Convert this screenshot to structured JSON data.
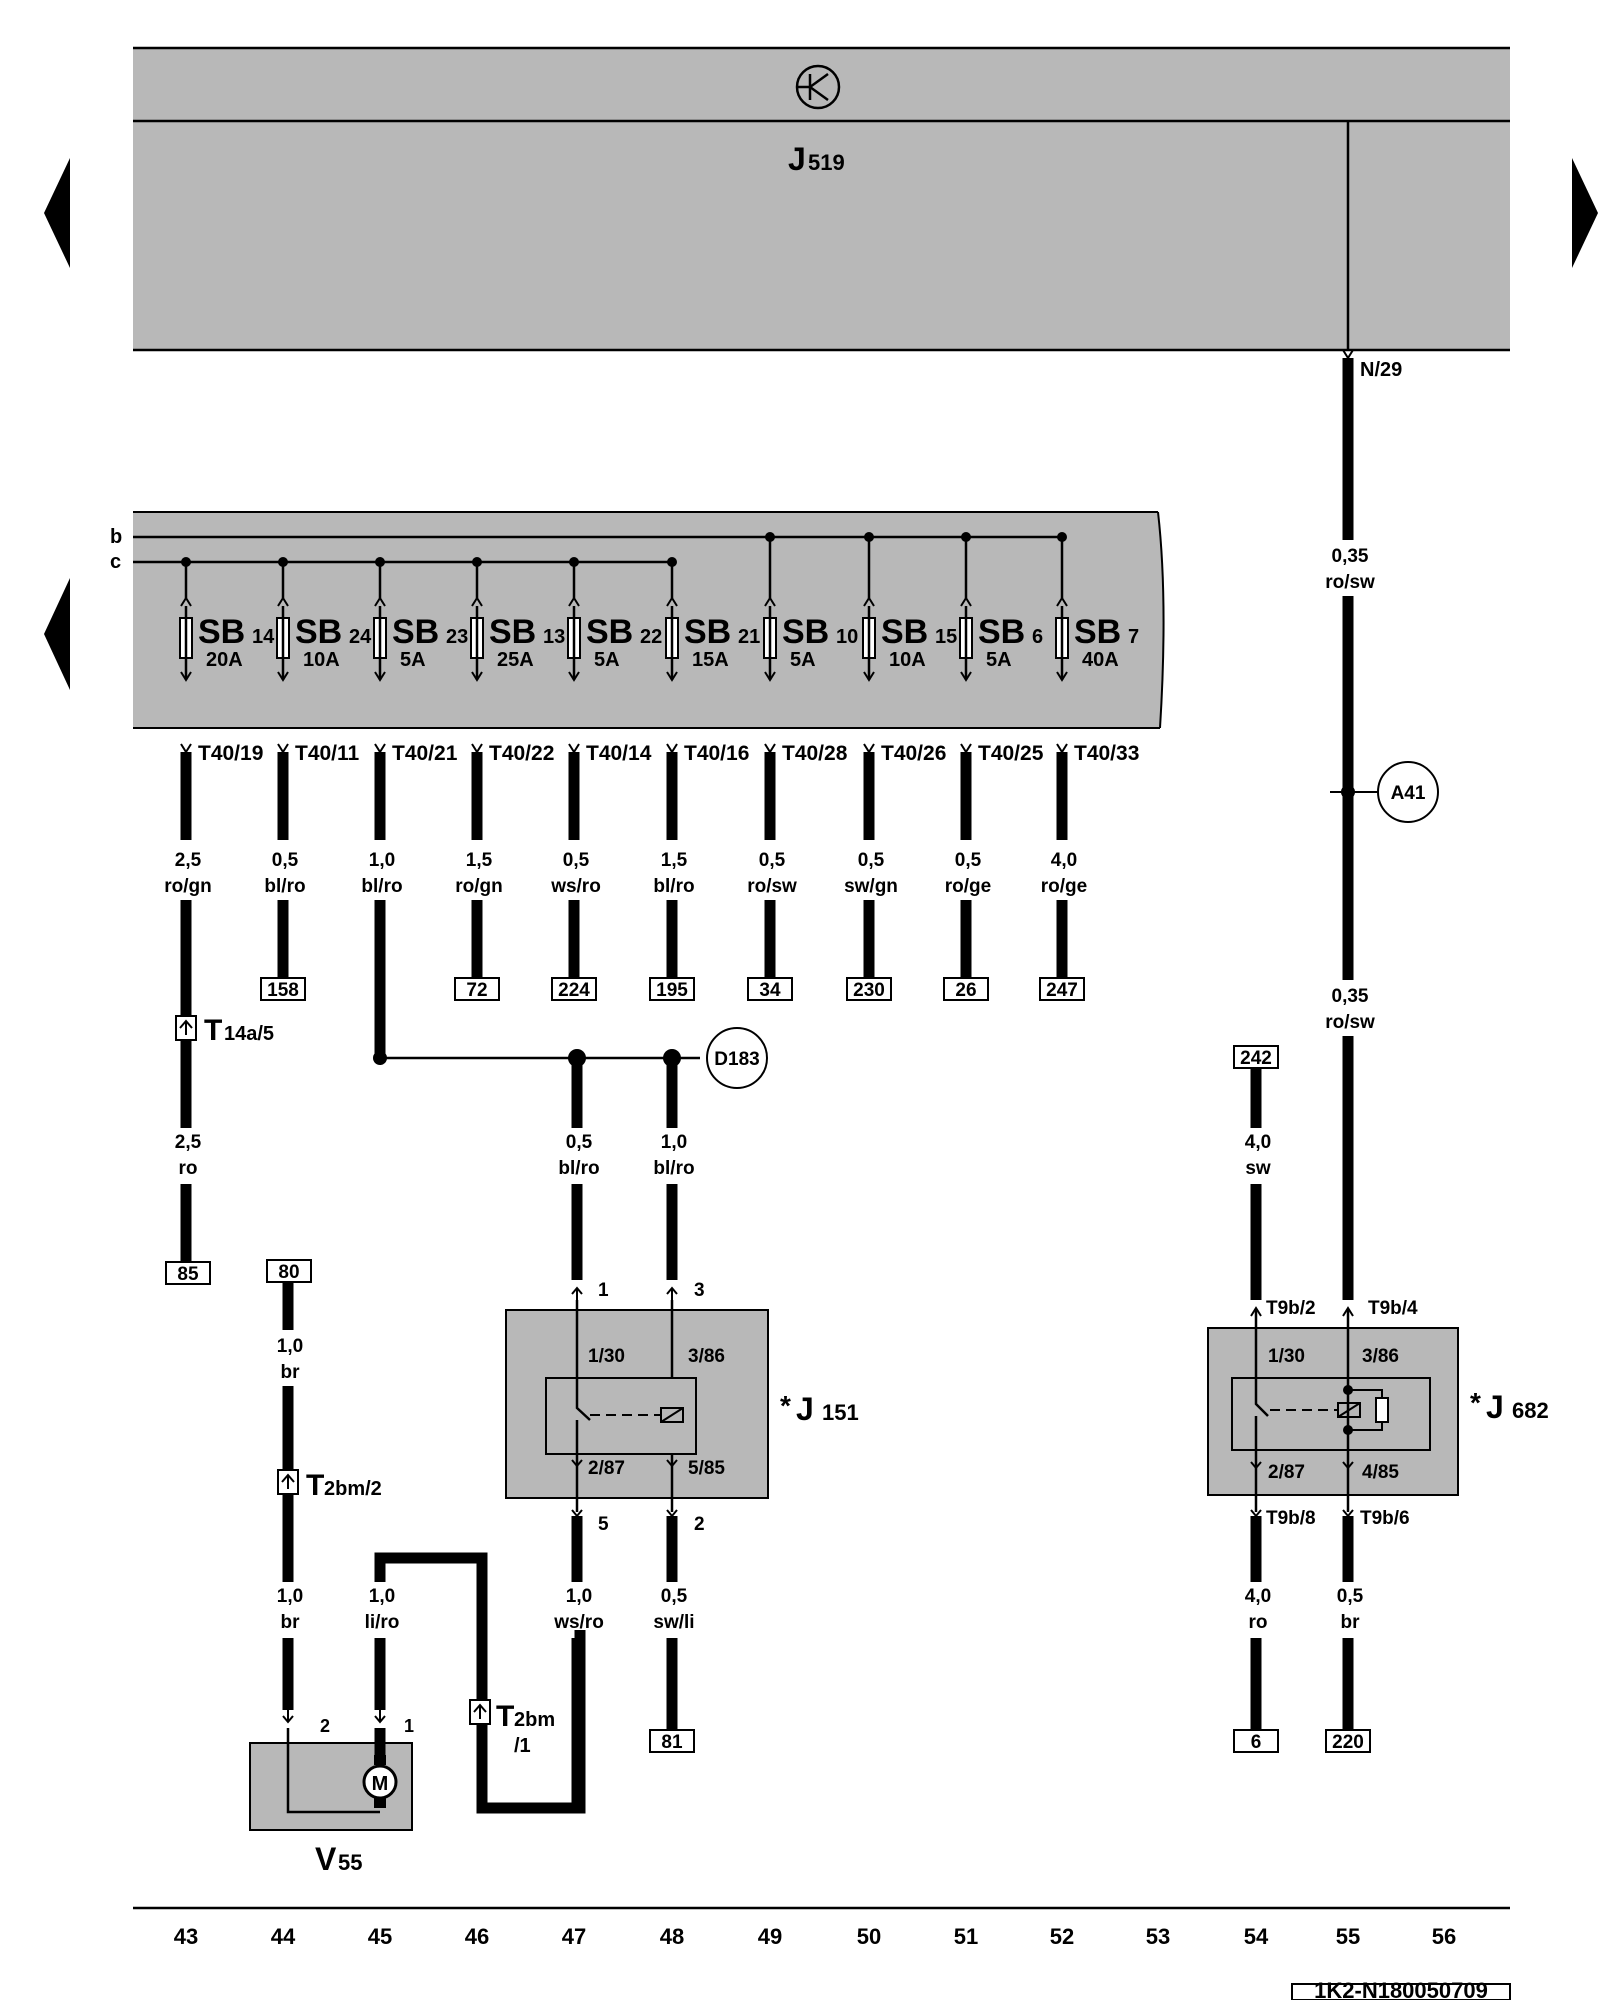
{
  "control_unit": {
    "label": "J",
    "sub": "519",
    "pin": "N/29",
    "symbol": "transistor-icon"
  },
  "rails": [
    "b",
    "c"
  ],
  "fuses": [
    {
      "name": "SB",
      "num": "14",
      "amp": "20A",
      "term": "T40/19",
      "size": "2,5",
      "color": "ro/gn",
      "ref": ""
    },
    {
      "name": "SB",
      "num": "24",
      "amp": "10A",
      "term": "T40/11",
      "size": "0,5",
      "color": "bl/ro",
      "ref": "158"
    },
    {
      "name": "SB",
      "num": "23",
      "amp": "5A",
      "term": "T40/21",
      "size": "1,0",
      "color": "bl/ro",
      "ref": ""
    },
    {
      "name": "SB",
      "num": "13",
      "amp": "25A",
      "term": "T40/22",
      "size": "1,5",
      "color": "ro/gn",
      "ref": "72"
    },
    {
      "name": "SB",
      "num": "22",
      "amp": "5A",
      "term": "T40/14",
      "size": "0,5",
      "color": "ws/ro",
      "ref": "224"
    },
    {
      "name": "SB",
      "num": "21",
      "amp": "15A",
      "term": "T40/16",
      "size": "1,5",
      "color": "bl/ro",
      "ref": "195"
    },
    {
      "name": "SB",
      "num": "10",
      "amp": "5A",
      "term": "T40/28",
      "size": "0,5",
      "color": "ro/sw",
      "ref": "34"
    },
    {
      "name": "SB",
      "num": "15",
      "amp": "10A",
      "term": "T40/26",
      "size": "0,5",
      "color": "sw/gn",
      "ref": "230"
    },
    {
      "name": "SB",
      "num": "6",
      "amp": "5A",
      "term": "T40/25",
      "size": "0,5",
      "color": "ro/ge",
      "ref": "26"
    },
    {
      "name": "SB",
      "num": "7",
      "amp": "40A",
      "term": "T40/33",
      "size": "4,0",
      "color": "ro/ge",
      "ref": "247"
    }
  ],
  "connectors": {
    "t14a": {
      "main": "T",
      "sub": "14a/5"
    },
    "t2bm2": {
      "main": "T",
      "sub": "2bm/2"
    },
    "t2bm1": {
      "main": "T",
      "sub": "2bm",
      "sub2": "/1"
    }
  },
  "splices": {
    "d183": "D183",
    "a41": "A41"
  },
  "wires": {
    "w43_low": {
      "size": "2,5",
      "color": "ro"
    },
    "w44_top": {
      "size": "1,0",
      "color": "br"
    },
    "w44_low": {
      "size": "1,0",
      "color": "br"
    },
    "w45_low": {
      "size": "1,0",
      "color": "li/ro"
    },
    "w47_mid": {
      "size": "0,5",
      "color": "bl/ro"
    },
    "w48_mid": {
      "size": "1,0",
      "color": "bl/ro"
    },
    "w47_low": {
      "size": "1,0",
      "color": "ws/ro"
    },
    "w48_low": {
      "size": "0,5",
      "color": "sw/li"
    },
    "w54_mid": {
      "size": "4,0",
      "color": "sw"
    },
    "w54_low": {
      "size": "4,0",
      "color": "ro"
    },
    "w55_top": {
      "size": "0,35",
      "color": "ro/sw"
    },
    "w55_mid": {
      "size": "0,35",
      "color": "ro/sw"
    },
    "w55_low": {
      "size": "0,5",
      "color": "br"
    }
  },
  "refs": {
    "r85": "85",
    "r80": "80",
    "r81": "81",
    "r242": "242",
    "r6": "6",
    "r220": "220"
  },
  "relay_j151": {
    "star": "*",
    "label": "J",
    "sub": "151",
    "pin_top_left": "1",
    "pin_top_right": "3",
    "pin_bot_left": "5",
    "pin_bot_right": "2",
    "in_top_left": "1/30",
    "in_top_right": "3/86",
    "in_bot_left": "2/87",
    "in_bot_right": "5/85"
  },
  "relay_j682": {
    "star": "*",
    "label": "J",
    "sub": "682",
    "pin_top_left": "T9b/2",
    "pin_top_right": "T9b/4",
    "pin_bot_left": "T9b/8",
    "pin_bot_right": "T9b/6",
    "in_top_left": "1/30",
    "in_top_right": "3/86",
    "in_bot_left": "2/87",
    "in_bot_right": "4/85"
  },
  "motor": {
    "label": "V",
    "sub": "55",
    "symbol": "M",
    "pin_left": "2",
    "pin_right": "1"
  },
  "columns": [
    "43",
    "44",
    "45",
    "46",
    "47",
    "48",
    "49",
    "50",
    "51",
    "52",
    "53",
    "54",
    "55",
    "56"
  ],
  "doc_id": "1K2-N180050709"
}
